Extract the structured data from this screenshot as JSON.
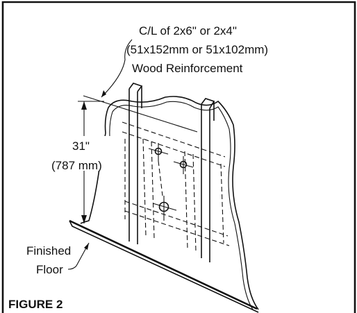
{
  "callout": {
    "line1": "C/L of 2x6\" or 2x4\"",
    "line2": "(51x152mm or 51x102mm)",
    "line3": "Wood Reinforcement"
  },
  "height": {
    "imperial": "31\"",
    "metric": "(787 mm)"
  },
  "floor": {
    "line1": "Finished",
    "line2": "Floor"
  },
  "figure_label": "FIGURE 2"
}
